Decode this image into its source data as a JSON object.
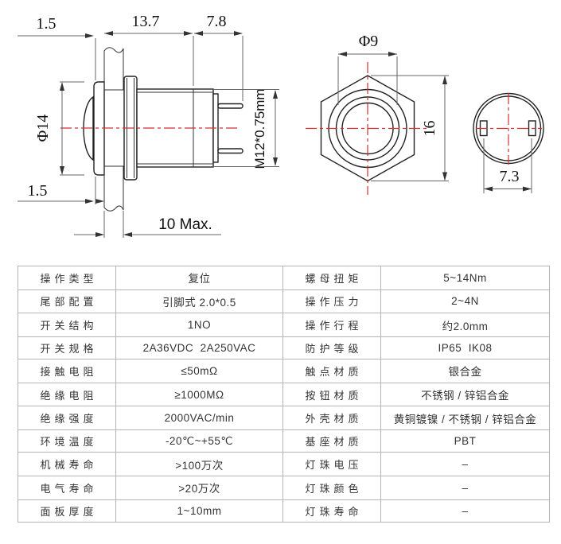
{
  "drawing": {
    "side_view": {
      "dim_top_left": "1.5",
      "dim_body_length": "13.7",
      "dim_pin_length": "7.8",
      "dim_head_diameter": "Φ14",
      "dim_thread_spec": "M12*0.75mm",
      "dim_bottom_left": "1.5",
      "dim_panel_max": "10 Max."
    },
    "front_view": {
      "dim_button_diameter": "Φ9",
      "dim_nut_width": "16"
    },
    "back_view": {
      "dim_pin_spacing": "7.3"
    },
    "colors": {
      "line": "#222222",
      "centerline": "#d43030",
      "table_border": "#b5b5b5"
    }
  },
  "spec_table": {
    "rows": [
      {
        "ll": "操作类型",
        "lv": "复位",
        "rl": "螺母扭矩",
        "rv": "5~14Nm"
      },
      {
        "ll": "尾部配置",
        "lv": "引脚式 2.0*0.5",
        "rl": "操作压力",
        "rv": "2~4N"
      },
      {
        "ll": "开关结构",
        "lv": "1NO",
        "rl": "操作行程",
        "rv": "约2.0mm"
      },
      {
        "ll": "开关规格",
        "lv": "2A36VDC  2A250VAC",
        "rl": "防护等级",
        "rv": "IP65  IK08"
      },
      {
        "ll": "接触电阻",
        "lv": "≤50mΩ",
        "rl": "触点材质",
        "rv": "银合金"
      },
      {
        "ll": "绝缘电阻",
        "lv": "≥1000MΩ",
        "rl": "按钮材质",
        "rv": "不锈钢 / 锌铝合金"
      },
      {
        "ll": "绝缘强度",
        "lv": "2000VAC/min",
        "rl": "外壳材质",
        "rv": "黄铜镀镍 / 不锈钢 / 锌铝合金"
      },
      {
        "ll": "环境温度",
        "lv": "-20℃~+55℃",
        "rl": "基座材质",
        "rv": "PBT"
      },
      {
        "ll": "机械寿命",
        "lv": ">100万次",
        "rl": "灯珠电压",
        "rv": "–"
      },
      {
        "ll": "电气寿命",
        "lv": ">20万次",
        "rl": "灯珠颜色",
        "rv": "–"
      },
      {
        "ll": "面板厚度",
        "lv": "1~10mm",
        "rl": "灯珠寿命",
        "rv": "–"
      }
    ]
  }
}
